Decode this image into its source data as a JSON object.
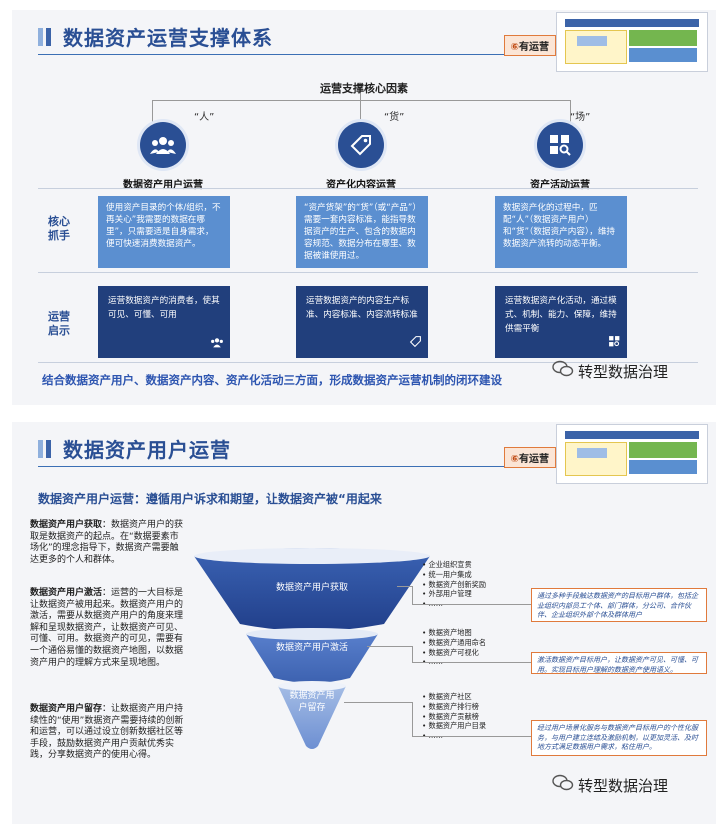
{
  "slide1": {
    "title": "数据资产运营支撑体系",
    "badge_circle": "⑥",
    "badge_text": "有运营",
    "core_title": "运营支撑核心因素",
    "columns": [
      {
        "quote": "“人”",
        "title": "数据资产用户运营",
        "icon": "users-icon",
        "light": "使用资产目录的个体/组织，不再关心”我需要的数据在哪里”，只需要适是自身需求，便可快速消费数据资产。",
        "dark": "运营数据资产的消费者，使其可见、可懂、可用"
      },
      {
        "quote": "“货”",
        "title": "资产化内容运营",
        "icon": "tag-icon",
        "light": "“资产货架”的“货”（或“产品”）需要一套内容标准，能指导数据资产的生产、包含的数据内容规范、数据分布在哪里、数据被谁使用过。",
        "dark": "运营数据资产的内容生产标准、内容标准、内容流转标准"
      },
      {
        "quote": "“场”",
        "title": "资产活动运营",
        "icon": "search-grid-icon",
        "light": "数据资产化的过程中，匹配“人”（数据资产用户）和“货”（数据资产内容），维持数据资产流转的动态平衡。",
        "dark": "运营数据资产化活动，通过模式、机制、能力、保障，维持供需平衡"
      }
    ],
    "row1_label": "核心\n抓手",
    "row2_label": "运营\n启示",
    "bottom_text": "结合数据资产用户、数据资产内容、资产化活动三方面，形成数据资产运营机制的闭环建设",
    "watermark": "转型数据治理"
  },
  "slide2": {
    "title": "数据资产用户运营",
    "badge_circle": "⑥",
    "badge_text": "有运营",
    "subtitle": "数据资产用户运营：遵循用户诉求和期望，让数据资产被“用起来",
    "paragraphs": [
      {
        "head": "数据资产用户获取",
        "body": "：数据资产用户的获取是数据资产的起点。在“数据要素市场化”的理念指导下，数据资产需要触达更多的个人和群体。"
      },
      {
        "head": "数据资产用户激活",
        "body": "：运营的一大目标是让数据资产被用起来。数据资产用户的激活，需要从数据资产用户的角度来理解和呈现数据资产，让数据资产可见、可懂、可用。数据资产的可见，需要有一个通俗易懂的数据资产地图，以数据资产用户的理解方式来呈现地图。"
      },
      {
        "head": "数据资产用户留存",
        "body": "：让数据资产用户持续性的“使用”数据资产需要持续的创新和运营，可以通过设立创新数据社区等手段，鼓励数据资产用户贡献优秀实践，分享数据资产的使用心得。"
      }
    ],
    "stages": [
      {
        "label": "数据资产用户获取",
        "bullets": [
          "企业组织宣贯",
          "统一用户集成",
          "数据资产创新奖励",
          "外部用户管理",
          "……"
        ],
        "desc": "通过多种手段触达数据资产的目标用户群体，包括企业组织内部员工个体、部门群体，分公司、合作伙伴、企业组织外部个体及群体用户"
      },
      {
        "label": "数据资产用户激活",
        "bullets": [
          "数据资产地图",
          "数据资产通用命名",
          "数据资产可视化",
          "……"
        ],
        "desc": "激活数据资产目标用户，让数据资产可见、可懂、可用。实现目标用户理解的数据资产使用语义。"
      },
      {
        "label": "数据资产用户留存",
        "bullets": [
          "数据资产社区",
          "数据资产排行榜",
          "数据资产贡献榜",
          "数据资产用户目录",
          "……"
        ],
        "desc": "经过用户场景化服务与数据资产目标用户的个性化服务，与用户建立连结及激励机制，以更加灵活、及时地方式满足数据用户需求，粘住用户。"
      }
    ],
    "watermark": "转型数据治理"
  }
}
